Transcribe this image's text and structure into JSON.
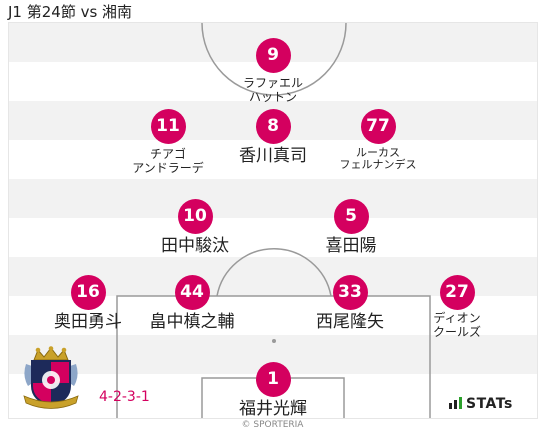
{
  "title": "J1 第24節 vs 湘南",
  "formation": "4-2-3-1",
  "stats_logo": "STATs",
  "copyright": "© SPORTERIA",
  "colors": {
    "accent": "#d4005f",
    "text": "#222222",
    "stripe": "#f2f2f2",
    "line": "#9a9a9a"
  },
  "players": {
    "fw": {
      "number": "9",
      "name_line1": "ラファエル",
      "name_line2": "ハットン"
    },
    "amf1": {
      "number": "11",
      "name_line1": "チアゴ",
      "name_line2": "アンドラーデ"
    },
    "amf2": {
      "number": "8",
      "name": "香川真司"
    },
    "amf3": {
      "number": "77",
      "name_line1": "ルーカス",
      "name_line2": "フェルナンデス"
    },
    "dmf1": {
      "number": "10",
      "name": "田中駿汰"
    },
    "dmf2": {
      "number": "5",
      "name": "喜田陽"
    },
    "df1": {
      "number": "16",
      "name": "奥田勇斗"
    },
    "df2": {
      "number": "44",
      "name": "畠中槙之輔"
    },
    "df3": {
      "number": "33",
      "name": "西尾隆矢"
    },
    "df4": {
      "number": "27",
      "name_line1": "ディオン",
      "name_line2": "クールズ"
    },
    "gk": {
      "number": "1",
      "name": "福井光輝"
    }
  }
}
